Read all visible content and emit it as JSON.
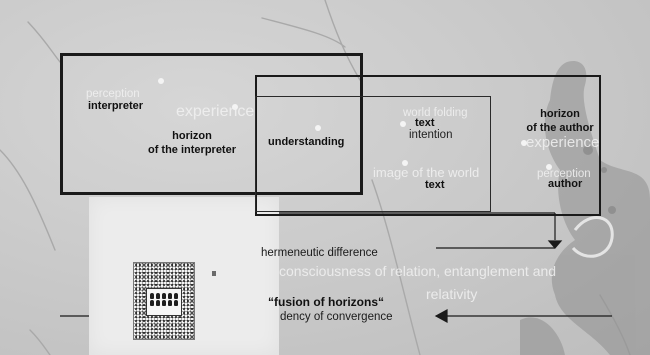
{
  "labels": {
    "perception_left": "perception",
    "interpreter": "interpreter",
    "experience_left": "experience",
    "horizon_interpreter_1": "horizon",
    "horizon_interpreter_2": "of the interpreter",
    "understanding": "understanding",
    "world_folding": "world folding",
    "text_top": "text",
    "intention": "intention",
    "image_of_world": "image of the world",
    "text_bottom": "text",
    "horizon_author_1": "horizon",
    "horizon_author_2": "of the author",
    "experience_right": "experience",
    "perception_right": "perception",
    "author": "author",
    "hermeneutic_difference": "hermeneutic difference",
    "consciousness": "consciousness of relation, entanglement and",
    "relativity": "relativity",
    "fusion_of_horizons": "“fusion of horizons“",
    "tendency_of_convergence": "dency of convergence"
  },
  "colors": {
    "background": "#c9c9c9",
    "box_line": "#1a1a1a",
    "ghost_text": "#f2f2f2",
    "panel": "#ececec"
  }
}
